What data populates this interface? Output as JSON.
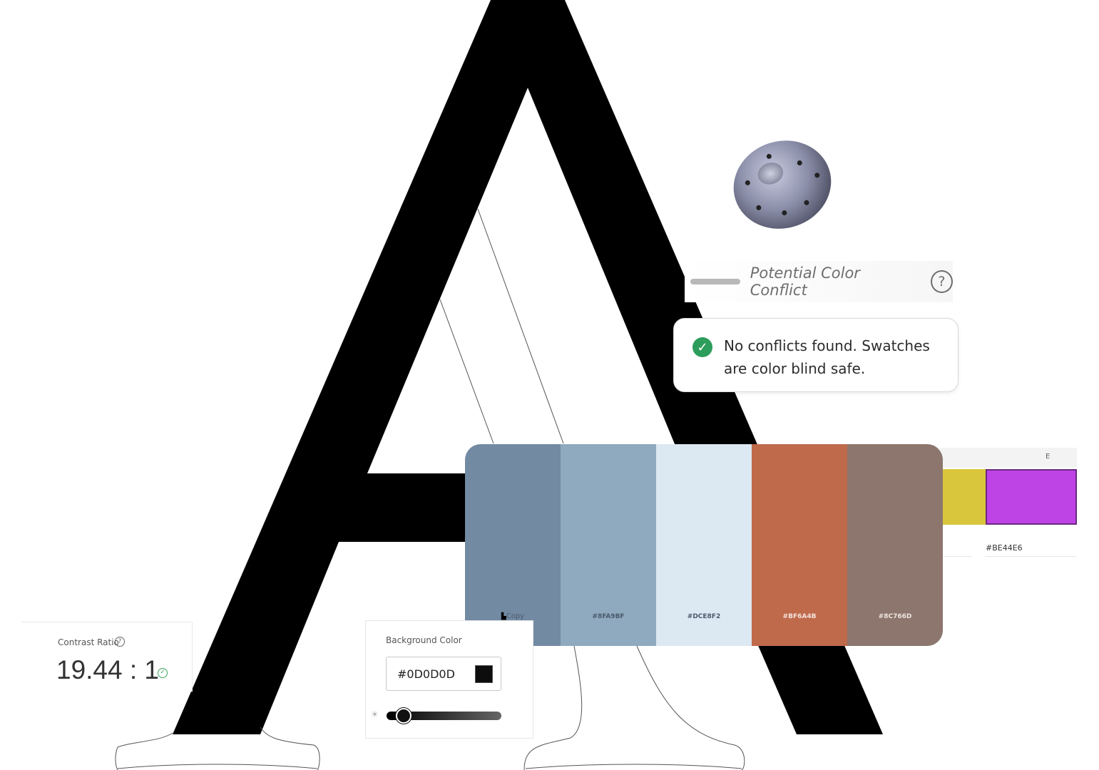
{
  "conflict_panel": {
    "title": "Potential Color Conflict",
    "help_icon": "?"
  },
  "status_card": {
    "message": "No conflicts found. Swatches are color blind safe.",
    "icon": "check-circle-icon"
  },
  "palette_background": {
    "column_header": "E",
    "hex": "#BE44E6",
    "colors": [
      "#D9C63C",
      "#BE44E6"
    ]
  },
  "swatches": [
    {
      "color": "#738AA3",
      "label": "Copy",
      "text_color": "#4a5a6a"
    },
    {
      "color": "#8FA9BF",
      "label": "#8FA9BF",
      "text_color": "#4a5a6a"
    },
    {
      "color": "#DCE8F2",
      "label": "#DCE8F2",
      "text_color": "#4a5a6a"
    },
    {
      "color": "#BF6A4B",
      "label": "#BF6A4B",
      "text_color": "#f3e3dc"
    },
    {
      "color": "#8C766D",
      "label": "#8C766D",
      "text_color": "#eee4df"
    }
  ],
  "contrast": {
    "label": "Contrast Ratio",
    "value": "19.44 : 1",
    "help_icon": "?",
    "pass_icon": "✓"
  },
  "background_color": {
    "label": "Background Color",
    "hex": "#0D0D0D",
    "brightness": 0.15,
    "brightness_icon": "☀"
  }
}
